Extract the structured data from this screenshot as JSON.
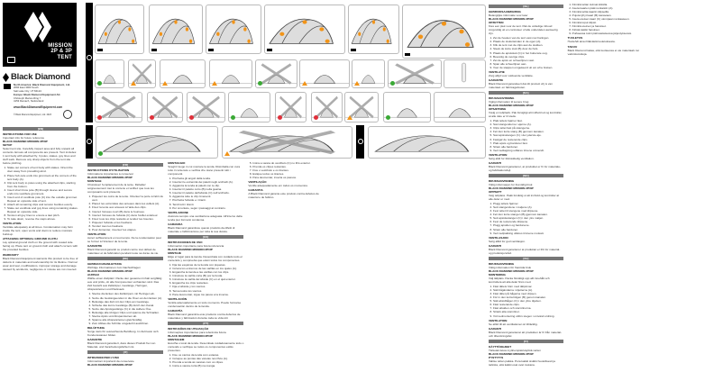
{
  "cover": {
    "title_lines": [
      "MISSION",
      "2P & 3P",
      "TENT"
    ],
    "brand": "Black Diamond",
    "brand_color": "#000000",
    "addresses": [
      "North America: Black Diamond Equipment, Ltd.",
      "2084 East 3900 South",
      "Salt Lake City, UT 84124",
      "Europe: Black Diamond Equipment AG",
      "Christoph Merian-Ring 7",
      "4153 Reinach, Switzerland"
    ],
    "website": "www.BlackDiamondEquipment.com",
    "copyright": "© Black Diamond Equipment, Ltd. 2023"
  },
  "diagram_badges": {
    "row2": [
      "ok",
      "warn",
      "warn",
      "warn",
      "ok",
      "warn",
      "warn",
      "ok"
    ],
    "row3": [
      "no",
      "no",
      "no",
      "ok",
      "no",
      "no",
      "warn",
      "ok"
    ],
    "care": [
      "ok",
      "warn"
    ]
  },
  "sections": [
    {
      "code": "[EN]",
      "warn": "INSTRUCTIONS FOR USE",
      "note": "Important info for future reference",
      "product": "BLACK DIAMOND MISSION 2P/3P",
      "blocks": [
        {
          "h": "SETUP",
          "p": "Select tent site. Carefully inspect area and fully unpack all contents. Ensure all components are present. Tent includes: 1 tent body with attached fly, 3 poles, stakes, guy lines and stuff sack. Remove any sharp objects from the tent site before pitching."
        },
        {
          "steps": [
            "Stake out corners of tent body with stakes. Orient the door away from prevailing wind.",
            "Place hub pole ends into grommets at the corners of the tent body (A).",
            "Clip tent body to poles using the attached clips, starting from the bottom.",
            "Insert short brow pole (B) through sleeve and secure ends into vestibule grommets.",
            "Insert end of vestibule pole (C) into the outside grommet. Repeat on opposite side of tent.",
            "Attach all remaining clips and tension buckles evenly.",
            "Stake out vestibule and guy lines using remaining stakes. Repeat on opposite side.",
            "Tension all guy lines to ensure a taut pitch.",
            "To take down, reverse the steps above."
          ]
        },
        {
          "h": "VENTILATION",
          "p": "Ventilate adequately at all times. Condensation may form inside the tent; open vents and doors to reduce moisture build-up."
        },
        {
          "h": "ATTACHING OPTIONAL GROUND CLOTH",
          "p": "Lay optional ground cloth on the ground with coated side facing up. Place tent on ground cloth and attach corners with the provided buckles."
        },
        {
          "h": "WARRANTY",
          "p": "Black Diamond Equipment warrants this product to be free of defects in materials and workmanship for its lifetime. Normal wear and tear, modifications, improper storage and damage caused by accidents, negligence or misuse are not covered."
        }
      ]
    },
    {
      "code": "[FR]",
      "warn": "INSTRUCTIONS D'UTILISATION",
      "note": "Informations importantes à conserver",
      "product": "BLACK DIAMOND MISSION 2P/3P",
      "blocks": [
        {
          "h": "MONTAGE",
          "p": "Choisissez l'emplacement de la tente. Déballez soigneusement tout le contenu et vérifiez que tous les composants sont présents."
        },
        {
          "steps": [
            "Piquetez les coins de la tente. Orientez la porte à l'abri du vent.",
            "Placez les extrémités des arceaux dans les œillets (A).",
            "Fixez la tente aux arceaux à l'aide des clips.",
            "Insérez l'arceau court (B) dans le fourreau.",
            "Insérez l'arceau de l'abside (C) dans l'œillet extérieur.",
            "Fixez tous les clips restants et tendez les boucles.",
            "Piquetez l'abside et les haubans.",
            "Tendez tous les haubans.",
            "Pour démonter, inversez les étapes."
          ]
        },
        {
          "h": "VENTILATION",
          "p": "Aérez suffisamment en tout temps. De la condensation peut se former à l'intérieur de la tente."
        },
        {
          "h": "GARANTIE",
          "p": "Black Diamond garantit ce produit contre tout défaut de matériaux et de fabrication pendant toute sa durée de vie."
        }
      ]
    },
    {
      "code": "[DE]",
      "warn": "GEBRAUCHSANLEITUNG",
      "note": "Wichtige Informationen zum Nachschlagen",
      "product": "BLACK DIAMOND MISSION 2P/3P",
      "blocks": [
        {
          "h": "AUFBAU",
          "p": "Wähle einen Zeltplatz. Packe den gesamten Inhalt sorgfältig aus und prüfe, ob alle Komponenten vorhanden sind. Das Zelt besteht aus Zeltkörper, Gestänge, Heringen, Abspannleinen und Packsack."
        },
        {
          "steps": [
            "Stecke die Ecken des Zeltkörpers mit Heringen ab.",
            "Setze die Gestängeenden in die Ösen an den Ecken (A).",
            "Befestige das Zelt mit den Clips am Gestänge.",
            "Schiebe das kurze Gestänge (B) durch den Kanal.",
            "Setze das Apsisgestänge (C) in die äußere Öse.",
            "Befestige alle übrigen Clips und spanne die Schnallen.",
            "Stecke Apsis und Abspannleinen ab.",
            "Spanne alle Abspannleinen gleichmäßig.",
            "Zum Abbau die Schritte umgekehrt ausführen."
          ]
        },
        {
          "h": "BELÜFTUNG",
          "p": "Sorge stets für ausreichende Belüftung. Im Zelt kann sich Kondenswasser bilden."
        },
        {
          "h": "GARANTIE",
          "p": "Black Diamond garantiert, dass dieses Produkt frei von Material- und Verarbeitungsfehlern ist."
        }
      ]
    },
    {
      "code": "[IT]",
      "warn": "ISTRUZIONI PER L'USO",
      "note": "Informazioni importanti da conservare",
      "product": "BLACK DIAMOND MISSION 2P/3P",
      "blocks": [
        {
          "h": "MONTAGGIO",
          "p": "Scegli il luogo in cui montare la tenda. Disimballa con cura tutto il contenuto e verifica che siano presenti tutti i componenti."
        },
        {
          "steps": [
            "Picchetta gli angoli della tenda.",
            "Inserisci le estremità dei paletti negli occhielli (A).",
            "Aggancia la tenda ai paletti con le clip.",
            "Inserisci il paletto corto (B) nella guaina.",
            "Inserisci il paletto dell'abside (C) nell'occhiello.",
            "Aggancia tutte le clip rimanenti.",
            "Picchetta l'abside e i tiranti.",
            "Tendi tutti i tiranti.",
            "Per smontare, segui i passaggi al contrario."
          ]
        },
        {
          "h": "VENTILAZIONE",
          "p": "Assicura sempre una ventilazione adeguata. All'interno della tenda può formarsi condensa."
        },
        {
          "h": "GARANZIA",
          "p": "Black Diamond garantisce questo prodotto da difetti di materiale e fabbricazione per tutta la sua durata."
        }
      ]
    },
    {
      "code": "[ES]",
      "warn": "INSTRUCCIONES DE USO",
      "note": "Información importante para futura referencia",
      "product": "BLACK DIAMOND MISSION 2P/3P",
      "blocks": [
        {
          "h": "MONTAJE",
          "p": "Elige el lugar para la tienda. Desembala con cuidado todo el contenido y comprueba que estén todos los componentes."
        },
        {
          "steps": [
            "Fija las esquinas de la tienda con piquetas.",
            "Coloca los extremos de las varillas en los ojales (A).",
            "Engancha la tienda a las varillas con los clips.",
            "Introduce la varilla corta (B) por la funda.",
            "Introduce la varilla del ábside (C) en el ojal exterior.",
            "Engancha los clips restantes.",
            "Fija el ábside y los vientos.",
            "Tensa todos los vientos.",
            "Para desmontar, sigue los pasos a la inversa."
          ]
        },
        {
          "h": "VENTILACIÓN",
          "p": "Ventila adecuadamente en todo momento. Puede formarse condensación dentro de la tienda."
        },
        {
          "h": "GARANTÍA",
          "p": "Black Diamond garantiza este producto contra defectos de materiales y fabricación durante toda su vida útil."
        }
      ]
    },
    {
      "code": "[PT]",
      "warn": "INSTRUÇÕES DE UTILIZAÇÃO",
      "note": "Informações importantes para referência futura",
      "product": "BLACK DIAMOND MISSION 2P/3P",
      "blocks": [
        {
          "h": "MONTAGEM",
          "p": "Escolha o local da tenda. Desembale cuidadosamente todo o conteúdo e verifique se todos os componentes estão presentes."
        },
        {
          "steps": [
            "Fixe os cantos da tenda com estacas.",
            "Coloque as pontas das varetas nos ilhós (A).",
            "Prenda a tenda às varetas com os clipes.",
            "Insira a vareta curta (B) na manga.",
            "Insira a vareta do vestíbulo (C) no ilhó exterior.",
            "Prenda os clipes restantes.",
            "Fixe o vestíbulo e os tirantes.",
            "Estique todos os tirantes.",
            "Para desmontar, inverta os passos."
          ]
        },
        {
          "h": "VENTILAÇÃO",
          "p": "Ventile adequadamente em todos os momentos."
        },
        {
          "h": "GARANTIA",
          "p": "A Black Diamond garante este produto contra defeitos de material e de fabrico."
        }
      ]
    },
    {
      "code": "[NL]",
      "warn": "GEBRUIKSAANWIJZING",
      "note": "Belangrijke informatie voor later",
      "product": "BLACK DIAMOND MISSION 2P/3P",
      "blocks": [
        {
          "h": "OPZETTEN",
          "p": "Kies een plek voor de tent. Pak de volledige inhoud zorgvuldig uit en controleer of alle onderdelen aanwezig zijn."
        },
        {
          "steps": [
            "Zet de hoeken van de tent vast met haringen.",
            "Plaats de stokuiteinden in de ogen (A).",
            "Klik de tent met de clips aan de stokken.",
            "Steek de korte stok (B) door de huls.",
            "Plaats de apsisstok (C) in het buitenste oog.",
            "Bevestig de overige clips.",
            "Zet de apsis en scheerlijnen vast.",
            "Span alle scheerlijnen aan.",
            "Voer de stappen omgekeerd uit om af te breken."
          ]
        },
        {
          "h": "VENTILATIE",
          "p": "Zorg altijd voor voldoende ventilatie."
        },
        {
          "h": "GARANTIE",
          "p": "Black Diamond garandeert dat dit product vrij is van materiaal- en fabricagefouten."
        }
      ]
    },
    {
      "code": "[DA]",
      "warn": "BRUGSANVISNING",
      "note": "Vigtig information til senere brug",
      "product": "BLACK DIAMOND MISSION 2P/3P",
      "blocks": [
        {
          "h": "OPSÆTNING",
          "p": "Vælg en teltplads. Pak forsigtigt alt indhold ud og kontrollér, at alle dele er til stede."
        },
        {
          "steps": [
            "Pløk teltets hjørner fast.",
            "Sæt stangenderne i øjerne (A).",
            "Clips teltet fast på stængerne.",
            "Før den korte stang (B) gennem kanalen.",
            "Sæt apsisstangen (C) i det yderste øje.",
            "Fastgør de resterende clips.",
            "Pløk apsis og barduner fast.",
            "Stram alle barduner.",
            "Ved nedtagning udføres trinene omvendt."
          ]
        },
        {
          "h": "VENTILATION",
          "p": "Sørg altid for tilstrækkelig ventilation."
        },
        {
          "h": "GARANTI",
          "p": "Black Diamond garanterer, at produktet er fri for materiale- og fabrikationsfejl."
        }
      ]
    },
    {
      "code": "[NO]",
      "warn": "BRUKSANVISNING",
      "note": "Viktig informasjon for fremtidig bruk",
      "product": "BLACK DIAMOND MISSION 2P/3P",
      "blocks": [
        {
          "h": "OPPSETT",
          "p": "Velg teltplass. Pakk forsiktig ut alt innhold og kontroller at alle deler er med."
        },
        {
          "steps": [
            "Plugg teltets hjørner.",
            "Sett stangendene i maljene (A).",
            "Fest teltet til stengene med klipsene.",
            "Før den korte stangen (B) gjennom kanalen.",
            "Sett apsidestangen (C) i den ytre maljen.",
            "Fest de resterende klipsene.",
            "Plugg apsiden og bardunene.",
            "Stram alle barduner.",
            "Ved nedpakking utføres trinnene motsatt."
          ]
        },
        {
          "h": "VENTILASJON",
          "p": "Sørg alltid for god ventilasjon."
        },
        {
          "h": "GARANTI",
          "p": "Black Diamond garanterer at produktet er fritt for material- og produksjonsfeil."
        }
      ]
    },
    {
      "code": "[SV]",
      "warn": "BRUKSANVISNING",
      "note": "Viktig information för framtida bruk",
      "product": "BLACK DIAMOND MISSION 2P/3P",
      "blocks": [
        {
          "h": "MONTERING",
          "p": "Välj tältplats. Packa försiktigt upp allt innehåll och kontrollera att alla delar finns med."
        },
        {
          "steps": [
            "Fäst tältets hörn med tältpinnar.",
            "Sätt bågändarna i öljetterna (A).",
            "Fäst tältet på bågarna med clipsen.",
            "För in den korta bågen (B) genom kanalen.",
            "Sätt absidbågen (C) i den yttre öljetten.",
            "Fäst resterande clips.",
            "Fäst absiden och stormlinorna.",
            "Sträck alla stormlinor.",
            "Vid nedmontering utförs stegen i omvänd ordning."
          ]
        },
        {
          "h": "VENTILATION",
          "p": "Se alltid till att ventilationen är tillräcklig."
        },
        {
          "h": "GARANTI",
          "p": "Black Diamond garanterar att produkten är fri från material- och tillverkningsfel."
        }
      ]
    },
    {
      "code": "[FI]",
      "warn": "KÄYTTÖOHJEET",
      "note": "Tärkeää tietoa myöhempää käyttöä varten",
      "product": "BLACK DIAMOND MISSION 2P/3P",
      "blocks": [
        {
          "h": "PYSTYTYS",
          "p": "Valitse teltan paikka. Pura kaikki sisältö huolellisesti ja tarkista, että kaikki osat ovat mukana."
        },
        {
          "steps": [
            "Kiinnitä teltan kulmat kiiloilla.",
            "Aseta kaarien päät renkaisiin (A).",
            "Kiinnitä teltta kaariin klipseillä.",
            "Pujota lyhyt kaari (B) kanavaan.",
            "Aseta eteisen kaari (C) ulompaan renkaaseen.",
            "Kiinnitä loput klipsit.",
            "Kiinnitä eteinen ja harukset.",
            "Kiristä kaikki harukset.",
            "Purkaessa toimi päinvastaisessa järjestyksessä."
          ]
        },
        {
          "h": "TUULETUS",
          "p": "Huolehdi aina riittävästä tuuletuksesta."
        },
        {
          "h": "TAKUU",
          "p": "Black Diamond takaa, että tuotteessa ei ole materiaali- tai valmistusvikoja."
        }
      ]
    }
  ]
}
